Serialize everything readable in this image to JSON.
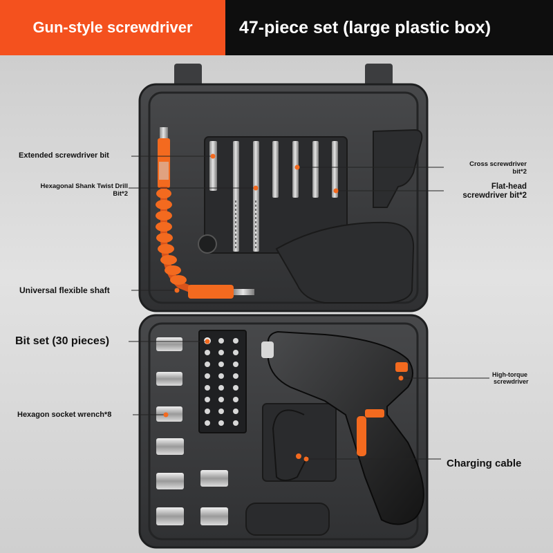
{
  "banner": {
    "left_text": "Gun-style screwdriver",
    "right_text": "47-piece set (large plastic box)"
  },
  "labels": {
    "extended_bit": "Extended screwdriver bit",
    "twist_drill_line1": "Hexagonal Shank Twist Drill",
    "twist_drill_line2": "Bit*2",
    "cross_line1": "Cross screwdriver",
    "cross_line2": "bit*2",
    "flat_line1": "Flat-head",
    "flat_line2": "screwdriver bit*2",
    "flex_shaft": "Universal flexible shaft",
    "bit_set": "Bit set (30 pieces)",
    "hex_socket": "Hexagon socket wrench*8",
    "high_torque_line1": "High-torque",
    "high_torque_line2": "screwdriver",
    "charging_cable": "Charging cable"
  },
  "colors": {
    "accent_orange": "#f4511e",
    "banner_dark": "#0e0e0e",
    "case_dark": "#3a3b3d",
    "callout_dot": "#f36a1f"
  }
}
